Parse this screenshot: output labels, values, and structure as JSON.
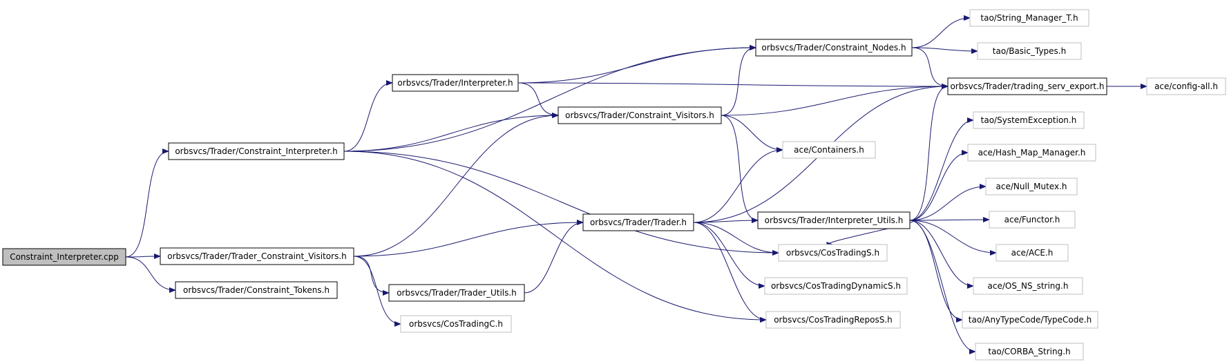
{
  "style": {
    "edge_color": "#191970",
    "node_border": "#000000",
    "external_border": "#bfbfbf",
    "root_fill": "#bfbfbf",
    "node_fill": "#ffffff"
  },
  "nodes": [
    {
      "id": "root",
      "label": "Constraint_Interpreter.cpp",
      "kind": "root"
    },
    {
      "id": "ci",
      "label": "orbsvcs/Trader/Constraint_Interpreter.h",
      "kind": "doc"
    },
    {
      "id": "tcv",
      "label": "orbsvcs/Trader/Trader_Constraint_Visitors.h",
      "kind": "doc"
    },
    {
      "id": "ct",
      "label": "orbsvcs/Trader/Constraint_Tokens.h",
      "kind": "doc"
    },
    {
      "id": "interp",
      "label": "orbsvcs/Trader/Interpreter.h",
      "kind": "doc"
    },
    {
      "id": "cv",
      "label": "orbsvcs/Trader/Constraint_Visitors.h",
      "kind": "doc"
    },
    {
      "id": "cn",
      "label": "orbsvcs/Trader/Constraint_Nodes.h",
      "kind": "doc"
    },
    {
      "id": "trader",
      "label": "orbsvcs/Trader/Trader.h",
      "kind": "doc"
    },
    {
      "id": "tu",
      "label": "orbsvcs/Trader/Trader_Utils.h",
      "kind": "doc"
    },
    {
      "id": "iu",
      "label": "orbsvcs/Trader/Interpreter_Utils.h",
      "kind": "doc"
    },
    {
      "id": "tse",
      "label": "orbsvcs/Trader/trading_serv_export.h",
      "kind": "doc"
    },
    {
      "id": "cosc",
      "label": "orbsvcs/CosTradingC.h",
      "kind": "ext"
    },
    {
      "id": "coss",
      "label": "orbsvcs/CosTradingS.h",
      "kind": "ext"
    },
    {
      "id": "cosd",
      "label": "orbsvcs/CosTradingDynamicS.h",
      "kind": "ext"
    },
    {
      "id": "cosr",
      "label": "orbsvcs/CosTradingReposS.h",
      "kind": "ext"
    },
    {
      "id": "cont",
      "label": "ace/Containers.h",
      "kind": "ext"
    },
    {
      "id": "smt",
      "label": "tao/String_Manager_T.h",
      "kind": "ext"
    },
    {
      "id": "bt",
      "label": "tao/Basic_Types.h",
      "kind": "ext"
    },
    {
      "id": "cfg",
      "label": "ace/config-all.h",
      "kind": "ext"
    },
    {
      "id": "sysex",
      "label": "tao/SystemException.h",
      "kind": "ext"
    },
    {
      "id": "hmm",
      "label": "ace/Hash_Map_Manager.h",
      "kind": "ext"
    },
    {
      "id": "nm",
      "label": "ace/Null_Mutex.h",
      "kind": "ext"
    },
    {
      "id": "func",
      "label": "ace/Functor.h",
      "kind": "ext"
    },
    {
      "id": "ace",
      "label": "ace/ACE.h",
      "kind": "ext"
    },
    {
      "id": "osns",
      "label": "ace/OS_NS_string.h",
      "kind": "ext"
    },
    {
      "id": "tc",
      "label": "tao/AnyTypeCode/TypeCode.h",
      "kind": "ext"
    },
    {
      "id": "cstr",
      "label": "tao/CORBA_String.h",
      "kind": "ext"
    }
  ],
  "edges": [
    [
      "root",
      "ci"
    ],
    [
      "root",
      "tcv"
    ],
    [
      "root",
      "ct"
    ],
    [
      "ci",
      "interp"
    ],
    [
      "ci",
      "cv"
    ],
    [
      "ci",
      "cn"
    ],
    [
      "ci",
      "coss"
    ],
    [
      "ci",
      "cosr"
    ],
    [
      "tcv",
      "cv"
    ],
    [
      "tcv",
      "trader"
    ],
    [
      "tcv",
      "tu"
    ],
    [
      "tcv",
      "cosc"
    ],
    [
      "interp",
      "cn"
    ],
    [
      "interp",
      "cv"
    ],
    [
      "interp",
      "tse"
    ],
    [
      "cv",
      "cn"
    ],
    [
      "cv",
      "tse"
    ],
    [
      "cv",
      "cont"
    ],
    [
      "cv",
      "iu"
    ],
    [
      "cn",
      "smt"
    ],
    [
      "cn",
      "bt"
    ],
    [
      "cn",
      "tse"
    ],
    [
      "tse",
      "cfg"
    ],
    [
      "tu",
      "trader"
    ],
    [
      "trader",
      "cont"
    ],
    [
      "trader",
      "tse"
    ],
    [
      "trader",
      "iu"
    ],
    [
      "trader",
      "coss"
    ],
    [
      "trader",
      "cosd"
    ],
    [
      "trader",
      "cosr"
    ],
    [
      "iu",
      "tse"
    ],
    [
      "iu",
      "sysex"
    ],
    [
      "iu",
      "hmm"
    ],
    [
      "iu",
      "nm"
    ],
    [
      "iu",
      "func"
    ],
    [
      "iu",
      "ace"
    ],
    [
      "iu",
      "osns"
    ],
    [
      "iu",
      "tc"
    ],
    [
      "iu",
      "cstr"
    ],
    [
      "iu",
      "coss"
    ]
  ]
}
